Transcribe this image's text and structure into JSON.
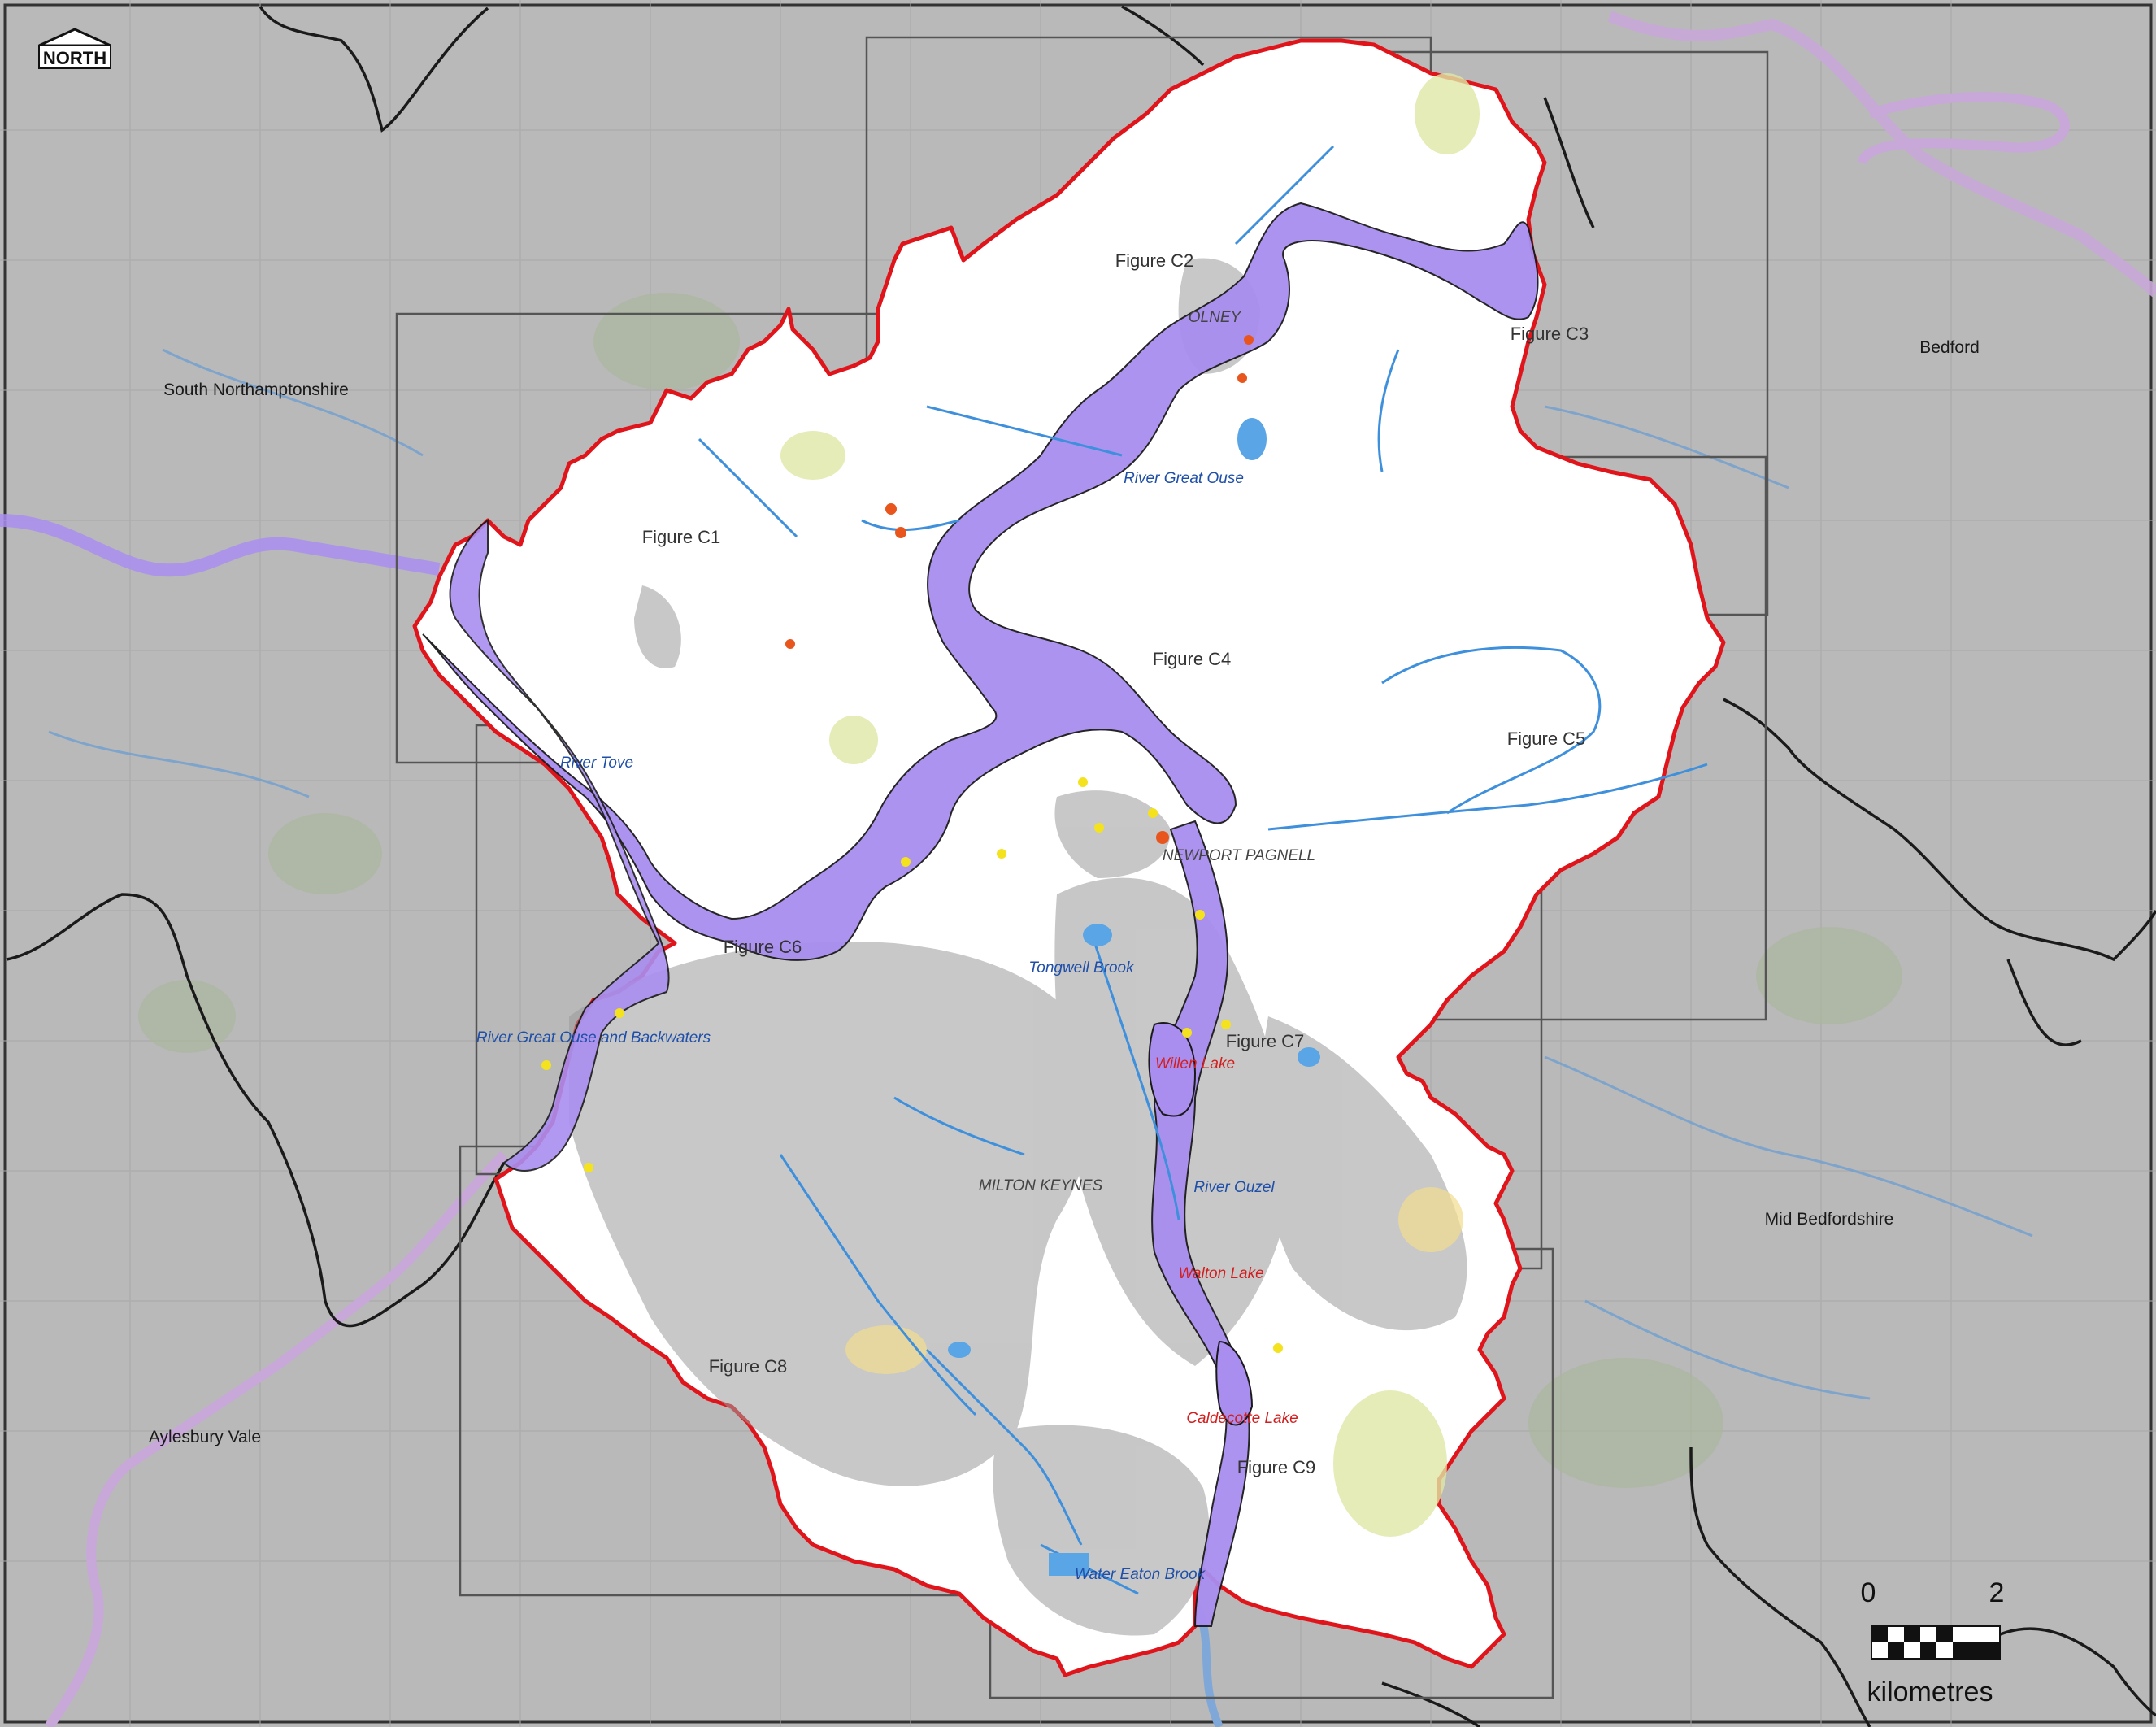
{
  "north_arrow": {
    "label": "NORTH",
    "icon": "north-arrow-icon"
  },
  "districts": [
    {
      "name": "South Northamptonshire"
    },
    {
      "name": "Bedford"
    },
    {
      "name": "Aylesbury Vale"
    },
    {
      "name": "Mid Bedfordshire"
    }
  ],
  "figure_labels": [
    "Figure C1",
    "Figure C2",
    "Figure C3",
    "Figure C4",
    "Figure C5",
    "Figure C6",
    "Figure C7",
    "Figure C8",
    "Figure C9"
  ],
  "watercourses": [
    "River Great Ouse",
    "River Tove",
    "River Great Ouse and Backwaters",
    "Tongwell Brook",
    "River Ouzel",
    "Water Eaton Brook"
  ],
  "lakes": [
    "Willen Lake",
    "Walton Lake",
    "Caldecotte Lake"
  ],
  "towns": [
    "OLNEY",
    "NEWPORT PAGNELL",
    "MILTON KEYNES"
  ],
  "scale_bar": {
    "start": "0",
    "end": "2",
    "unit": "kilometres"
  },
  "colors": {
    "outside_map": "#b9b9b9",
    "study_area": "#ffffff",
    "boundary": "#e0151b",
    "flood_zone": "#a98ef0",
    "river": "#3e8fdc",
    "district_boundary": "#1a1a1a",
    "figure_grid": "#555555"
  }
}
